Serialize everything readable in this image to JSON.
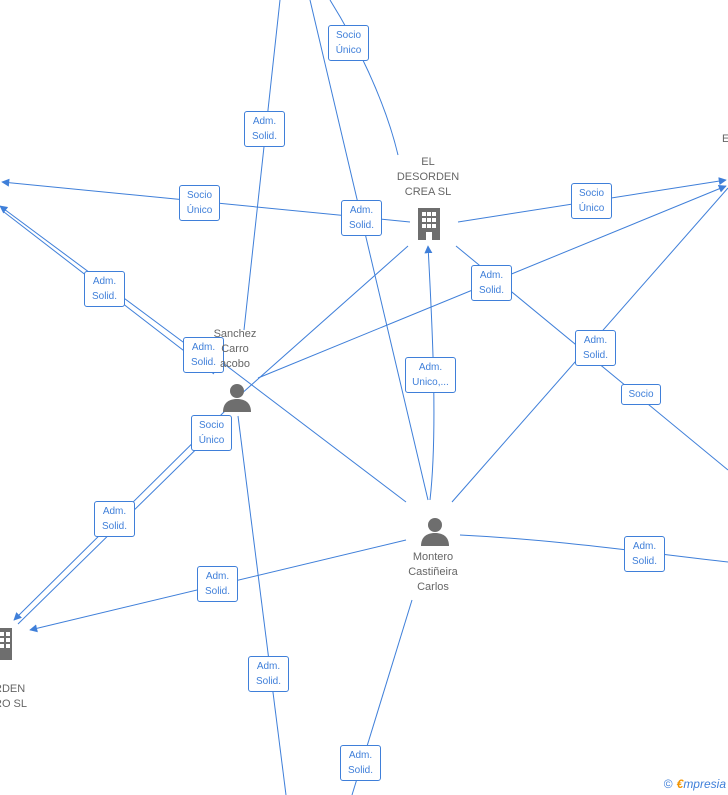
{
  "nodes": {
    "el_desorden_crea": {
      "label": "EL\nDESORDEN\nCREA  SL",
      "icon": "building-icon"
    },
    "sanchez_carro": {
      "label": "Sanchez\nCarro\nacobo",
      "icon": "person-icon"
    },
    "montero": {
      "label": "Montero\nCastiñeira\nCarlos",
      "icon": "person-icon"
    },
    "bottom_left_company": {
      "label": "RDEN\nRO  SL",
      "icon": "building-icon"
    },
    "left_cut_label": "",
    "right_cut_label": "E"
  },
  "edge_labels": [
    "Socio\nÚnico",
    "Adm.\nSolid.",
    "Socio\nÚnico",
    "Adm.\nSolid.",
    "Socio\nÚnico",
    "Adm.\nSolid.",
    "Adm.\nSolid.",
    "Adm.\nSolid.",
    "Adm.\nUnico,...",
    "Adm.\nSolid.",
    "Socio",
    "Socio\nÚnico",
    "Adm.\nSolid.",
    "Adm.\nSolid.",
    "Adm.\nSolid.",
    "Adm.\nSolid.",
    "Adm.\nSolid."
  ],
  "brand": {
    "copyright": "©",
    "name_first": "€",
    "name_rest": "mpresia"
  },
  "colors": {
    "edge": "#3f7fd9",
    "node_text": "#666666",
    "icon": "#6e6e6e",
    "brand_accent": "#f29400"
  }
}
